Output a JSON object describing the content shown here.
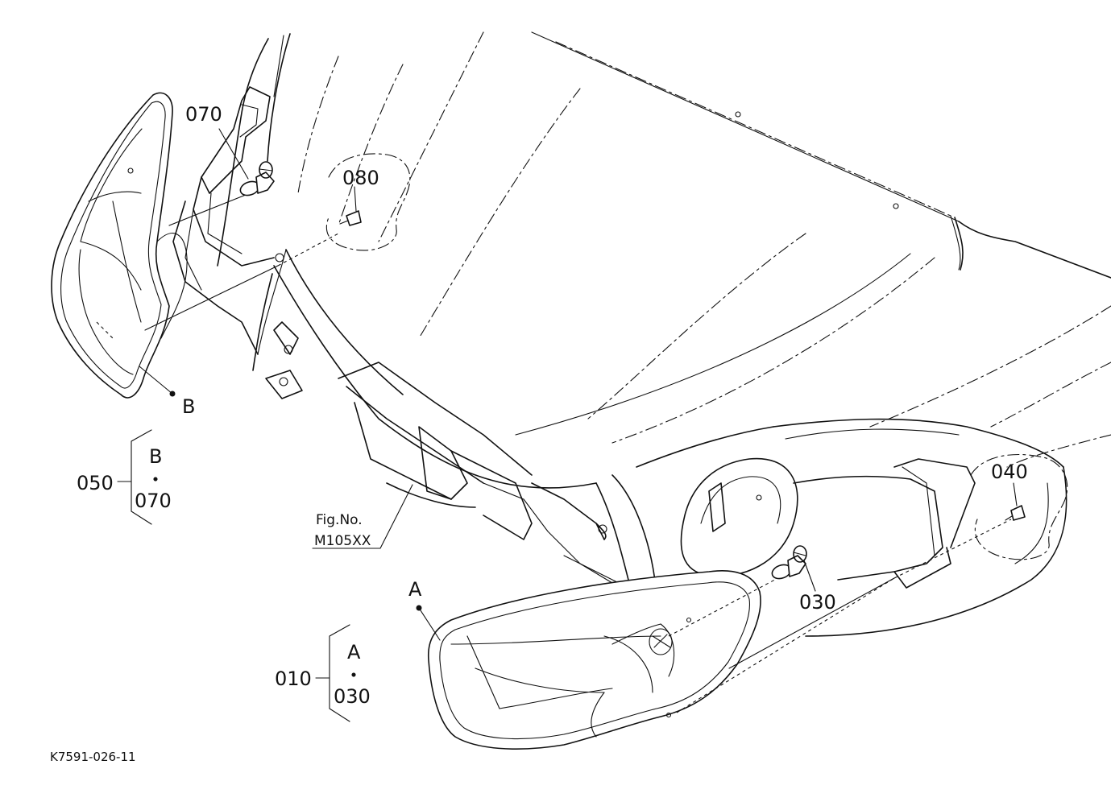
{
  "labels": {
    "p070": "070",
    "p080": "080",
    "p040": "040",
    "p030": "030",
    "markB": "B",
    "markA": "A",
    "g050": {
      "num": "050",
      "top": "B",
      "mid": "・",
      "bot": "070"
    },
    "g010": {
      "num": "010",
      "top": "A",
      "mid": "・",
      "bot": "030"
    },
    "fig": {
      "line1": "Fig.No.",
      "line2": "M105XX"
    },
    "code": "K7591-026-11"
  }
}
